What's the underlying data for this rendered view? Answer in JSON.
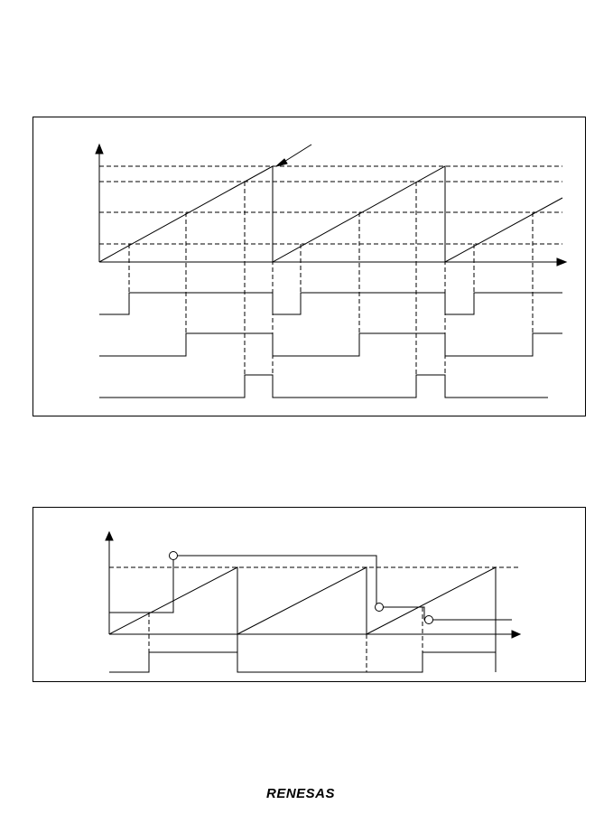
{
  "footer": {
    "logo_text": "RENESAS"
  },
  "figure1": {
    "description_free": true,
    "counter_period_count": 3,
    "compare_levels": 4,
    "output_channels": 3
  },
  "figure2": {
    "counter_period_count": 3,
    "compare_level": 1,
    "buffered_value_changes": 3,
    "output_channels": 1
  },
  "colors": {
    "line": "#000000",
    "background": "#ffffff"
  },
  "icons": [
    "axis-arrow-icon",
    "buffer-transfer-circle-icon",
    "pointer-arrow-icon"
  ]
}
